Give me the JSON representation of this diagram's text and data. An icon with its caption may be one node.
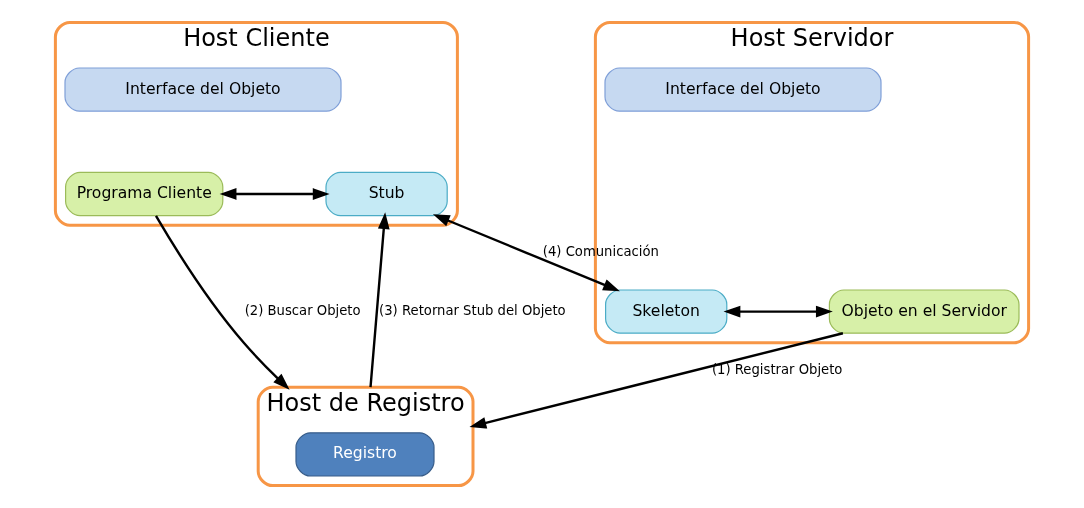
{
  "diagram": {
    "nodes": [
      {
        "text": [
          "Host Cliente"
        ]
      },
      {
        "text": [
          "Interface del Objeto"
        ],
        "in": 0
      },
      {
        "text": [
          "Programa Cliente"
        ],
        "in": 0
      },
      {
        "text": [
          "Stub"
        ],
        "in": 0
      },
      {
        "text": [
          "Host Servidor"
        ]
      },
      {
        "text": [
          "Interface del Objeto"
        ],
        "in": 4
      },
      {
        "text": [
          "Skeleton"
        ],
        "in": 4
      },
      {
        "text": [
          "Objeto en el Servidor"
        ],
        "in": 4
      },
      {
        "text": [
          "Host de Registro"
        ]
      },
      {
        "text": [
          "Registro"
        ],
        "in": 8
      }
    ],
    "edges": [
      {
        "from": 2,
        "to": 3,
        "arrow": "both"
      },
      {
        "from": 3,
        "to": 6,
        "arrow": "both",
        "label": "(4) Comunicación"
      },
      {
        "from": 6,
        "to": 7,
        "arrow": "both"
      },
      {
        "from": 7,
        "to": 8,
        "arrow": "to",
        "label": "(1) Registrar Objeto"
      },
      {
        "from": 8,
        "to": 3,
        "arrow": "to",
        "label": "(3) Retornar Stub del Objeto"
      },
      {
        "from": 2,
        "to": 8,
        "arrow": "to",
        "label": "(2) Buscar Objeto"
      }
    ]
  }
}
